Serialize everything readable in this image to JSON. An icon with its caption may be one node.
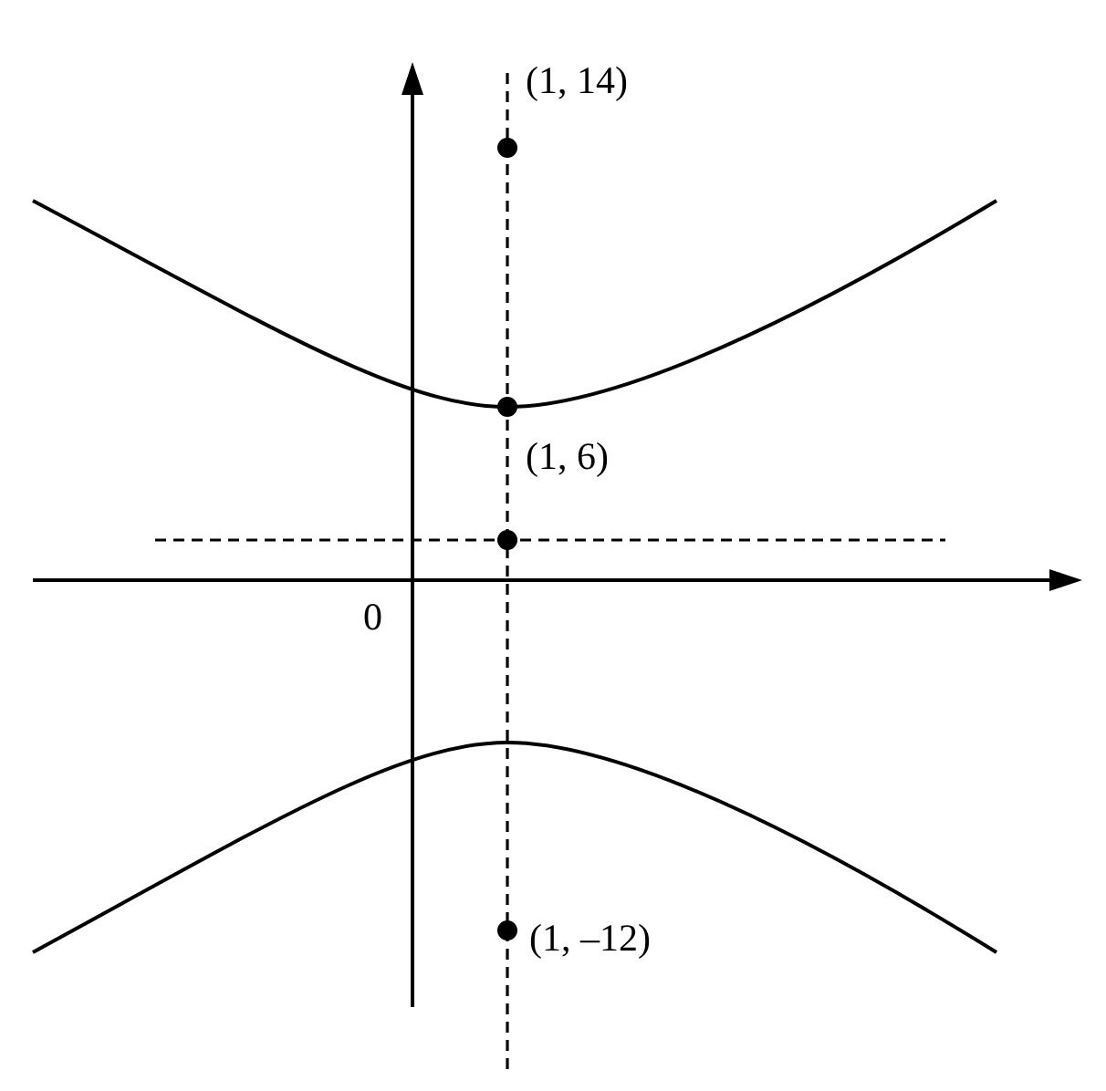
{
  "diagram": {
    "labels": [
      "(1, 14)",
      "(1, 6)",
      "0",
      "(1, –12)"
    ]
  }
}
